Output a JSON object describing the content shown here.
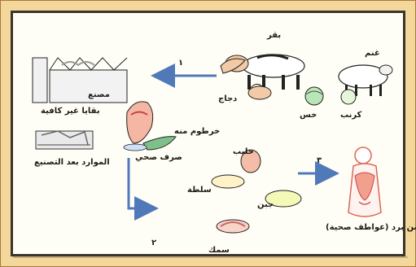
{
  "diagram": {
    "labels": {
      "cow": "بقر",
      "sheep": "غنم",
      "chicken": "دجاج",
      "lettuce": "خس",
      "cabbage": "كرنب",
      "factory": "مصنع",
      "factory_waste": "بقايا غير كافية",
      "factory_items": "الموارد بعد التصنيع",
      "herbivores": "خرطوم منه",
      "sanitary": "صرف صحي",
      "milk": "حليب",
      "fish": "سلطة",
      "cheese": "جبن",
      "meat": "سمك",
      "human": "سن برد (عواطف صحية)"
    },
    "arrows": {
      "one": "١",
      "two": "٢",
      "three": "٣"
    },
    "colors": {
      "background": "#f4d79a",
      "panel": "#fffef6",
      "arrow": "#4f79b8",
      "illustration_red": "#e07060",
      "illustration_green": "#7fc08a"
    }
  }
}
